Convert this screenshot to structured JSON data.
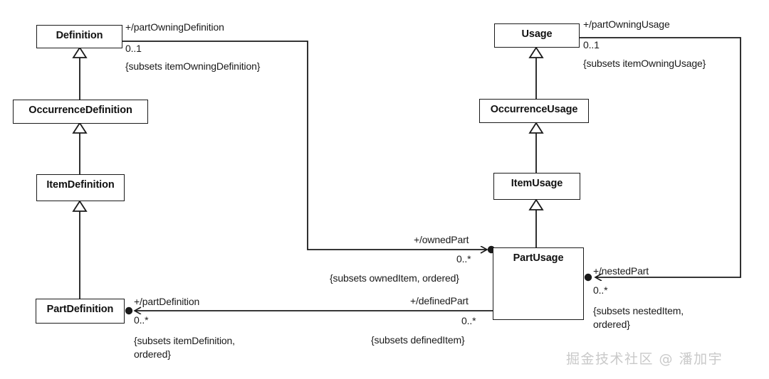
{
  "diagram": {
    "title": "SysML v2 Part Definition / Part Usage metamodel",
    "type": "uml-class-diagram",
    "line_color": "#1a1a1a",
    "background": "#ffffff",
    "watermark": "掘金技术社区 @ 潘加宇"
  },
  "classes": [
    {
      "id": "definition",
      "name": "Definition"
    },
    {
      "id": "occurrence_definition",
      "name": "OccurrenceDefinition"
    },
    {
      "id": "item_definition",
      "name": "ItemDefinition"
    },
    {
      "id": "part_definition",
      "name": "PartDefinition"
    },
    {
      "id": "usage",
      "name": "Usage"
    },
    {
      "id": "occurrence_usage",
      "name": "OccurrenceUsage"
    },
    {
      "id": "item_usage",
      "name": "ItemUsage"
    },
    {
      "id": "part_usage",
      "name": "PartUsage"
    }
  ],
  "generalizations": [
    {
      "from": "occurrence_definition",
      "to": "definition"
    },
    {
      "from": "item_definition",
      "to": "occurrence_definition"
    },
    {
      "from": "part_definition",
      "to": "item_definition"
    },
    {
      "from": "occurrence_usage",
      "to": "usage"
    },
    {
      "from": "item_usage",
      "to": "occurrence_usage"
    },
    {
      "from": "part_usage",
      "to": "item_usage"
    }
  ],
  "associations": [
    {
      "id": "part_owning_definition",
      "source": "definition",
      "target": "part_usage",
      "role": "+/partOwningDefinition",
      "multiplicity": "0..1",
      "constraint": "{subsets itemOwningDefinition}"
    },
    {
      "id": "owned_part",
      "source": "part_usage",
      "target": "definition",
      "role": "+/ownedPart",
      "multiplicity": "0..*",
      "constraint": "{subsets ownedItem, ordered}"
    },
    {
      "id": "part_definition_end",
      "source": "part_definition",
      "target": "part_usage",
      "role": "+/partDefinition",
      "multiplicity": "0..*",
      "constraint": "{subsets itemDefinition,\nordered}"
    },
    {
      "id": "defined_part",
      "source": "part_usage",
      "target": "part_definition",
      "role": "+/definedPart",
      "multiplicity": "0..*",
      "constraint": "{subsets definedItem}"
    },
    {
      "id": "part_owning_usage",
      "source": "usage",
      "target": "part_usage",
      "role": "+/partOwningUsage",
      "multiplicity": "0..1",
      "constraint": "{subsets itemOwningUsage}"
    },
    {
      "id": "nested_part",
      "source": "part_usage",
      "target": "usage",
      "role": "+/nestedPart",
      "multiplicity": "0..*",
      "constraint": "{subsets nestedItem,\nordered}"
    }
  ]
}
